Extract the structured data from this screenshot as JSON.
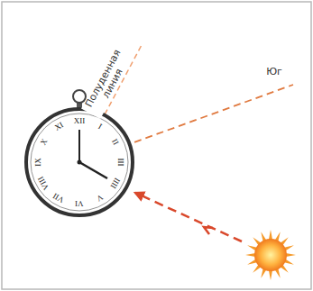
{
  "diagram": {
    "labels": [
      "Полуденная линия",
      "Юг",
      "XII",
      "I",
      "II",
      "III",
      "IIII",
      "V",
      "VI",
      "VII",
      "VIII",
      "IX",
      "X",
      "XI"
    ]
  }
}
